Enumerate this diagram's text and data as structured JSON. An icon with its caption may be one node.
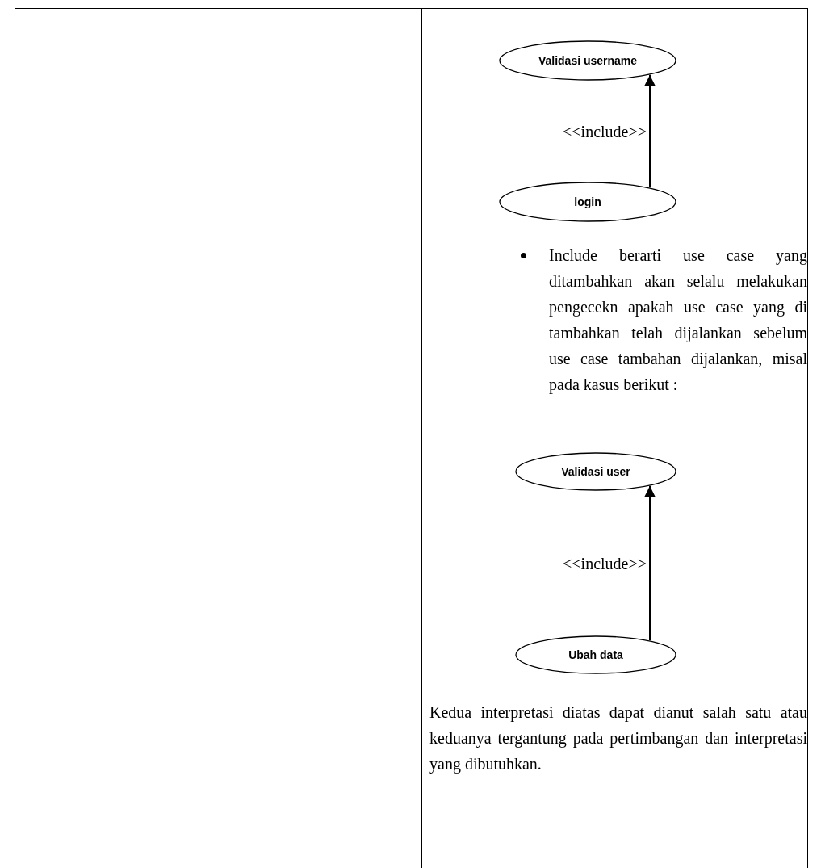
{
  "diagram": {
    "nodes": [
      {
        "text": [
          "Validasi username"
        ]
      },
      {
        "text": [
          "login"
        ]
      },
      {
        "text": [
          "Validasi user"
        ]
      },
      {
        "text": [
          "Ubah data"
        ]
      }
    ],
    "edges": [
      {
        "from": 1,
        "to": 0,
        "arrow": "to",
        "label": "<<include>>"
      },
      {
        "from": 3,
        "to": 2,
        "arrow": "to",
        "label": "<<include>>"
      }
    ],
    "labels": [
      "Include berarti use case yang ditambahkan akan selalu melakukan pengecekn apakah use case yang di tambahkan telah dijalankan sebelum use case tambahan dijalankan, misal pada kasus berikut :",
      "Kedua interpretasi diatas dapat dianut salah satu atau keduanya tergantung pada pertimbangan dan interpretasi yang dibutuhkan."
    ]
  }
}
